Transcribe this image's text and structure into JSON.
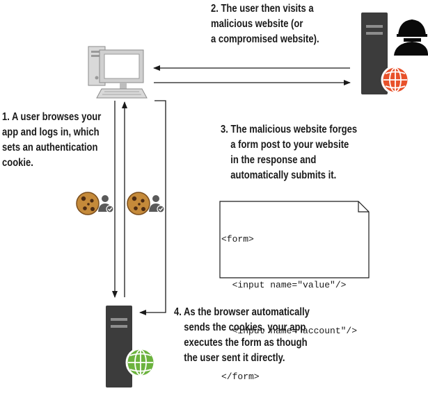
{
  "steps": {
    "step1": [
      "1. A user browses your",
      "app and logs in, which",
      "sets an authentication",
      "cookie."
    ],
    "step2": [
      "2. The user then visits a",
      "malicious website (or",
      "a compromised website)."
    ],
    "step3": [
      "3. The malicious website forges",
      "a form post to your website",
      "in the response and",
      "automatically submits it."
    ],
    "step4": [
      "4. As the browser automatically",
      "sends the cookies, your app",
      "executes the form as though",
      "the user sent it directly."
    ]
  },
  "code_snippet": [
    "<form>",
    "  <input name=\"value\"/>",
    "  <input name=\"account\"/>",
    "</form>"
  ],
  "icons": {
    "client": "desktop-computer-icon",
    "attacker": "hacker-server-icon",
    "app_server": "web-server-icon",
    "cookie": "cookie-icon",
    "user_check": "user-check-icon"
  },
  "colors": {
    "attacker_globe": "#e8512a",
    "app_globe": "#6cb33e",
    "server_body": "#3c3c3c",
    "cookie": "#c58a3a"
  }
}
